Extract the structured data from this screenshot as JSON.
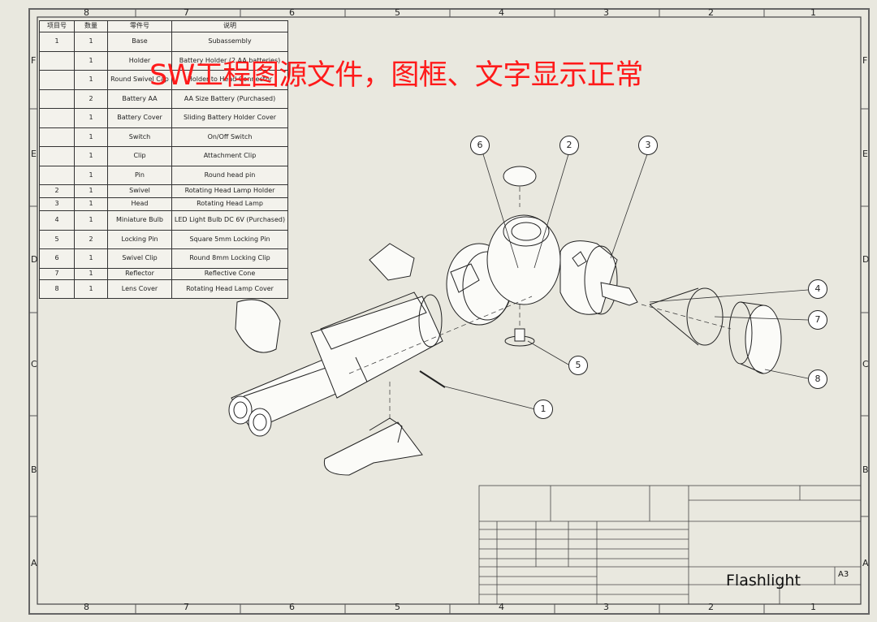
{
  "border": {
    "columns": [
      "8",
      "7",
      "6",
      "5",
      "4",
      "3",
      "2",
      "1"
    ],
    "rows": [
      "F",
      "E",
      "D",
      "C",
      "B",
      "A"
    ]
  },
  "bom": {
    "headers": [
      "项目号",
      "数量",
      "零件号",
      "说明"
    ],
    "rows": [
      {
        "item": "1",
        "qty": "1",
        "part": "Base",
        "desc": "Subassembly"
      },
      {
        "item": "",
        "qty": "1",
        "part": "Holder",
        "desc": "Battery Holder (2 AA batteries)"
      },
      {
        "item": "",
        "qty": "1",
        "part": "Round Swivel Cap",
        "desc": "Holder to Head Connector"
      },
      {
        "item": "",
        "qty": "2",
        "part": "Battery AA",
        "desc": "AA Size Battery (Purchased)"
      },
      {
        "item": "",
        "qty": "1",
        "part": "Battery Cover",
        "desc": "Sliding Battery Holder Cover"
      },
      {
        "item": "",
        "qty": "1",
        "part": "Switch",
        "desc": "On/Off Switch"
      },
      {
        "item": "",
        "qty": "1",
        "part": "Clip",
        "desc": "Attachment Clip"
      },
      {
        "item": "",
        "qty": "1",
        "part": "Pin",
        "desc": "Round head pin"
      },
      {
        "item": "2",
        "qty": "1",
        "part": "Swivel",
        "desc": "Rotating Head Lamp Holder"
      },
      {
        "item": "3",
        "qty": "1",
        "part": "Head",
        "desc": "Rotating Head Lamp"
      },
      {
        "item": "4",
        "qty": "1",
        "part": "Miniature Bulb",
        "desc": "LED Light Bulb DC 6V (Purchased)"
      },
      {
        "item": "5",
        "qty": "2",
        "part": "Locking Pin",
        "desc": "Square 5mm Locking Pin"
      },
      {
        "item": "6",
        "qty": "1",
        "part": "Swivel Clip",
        "desc": "Round 8mm Locking Clip"
      },
      {
        "item": "7",
        "qty": "1",
        "part": "Reflector",
        "desc": "Reflective Cone"
      },
      {
        "item": "8",
        "qty": "1",
        "part": "Lens Cover",
        "desc": "Rotating Head Lamp Cover"
      }
    ]
  },
  "watermark": "SW工程图源文件，图框、文字显示正常",
  "balloons": [
    "6",
    "2",
    "3",
    "4",
    "7",
    "8",
    "5",
    "1"
  ],
  "title_block": {
    "drawing_title": "Flashlight",
    "sheet_size": "A3"
  },
  "colors": {
    "background": "#e9e8df",
    "watermark": "#ff1a1a",
    "lines": "#222222"
  }
}
